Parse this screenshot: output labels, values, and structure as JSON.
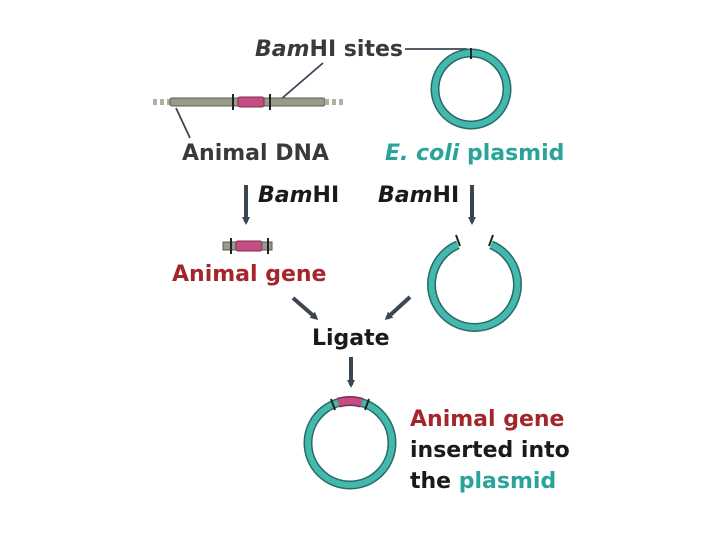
{
  "labels": {
    "bamhi_sites_italic": "Bam",
    "bamhi_sites_rest": "HI sites",
    "animal_dna": "Animal DNA",
    "ecoli_italic": "E. coli",
    "ecoli_rest": " plasmid",
    "enzyme_left_italic": "Bam",
    "enzyme_left_rest": "HI",
    "enzyme_right_italic": "Bam",
    "enzyme_right_rest": "HI",
    "animal_gene": "Animal gene",
    "ligate": "Ligate",
    "result_line1": "Animal gene",
    "result_line2": "inserted into",
    "result_line3_black": "the ",
    "result_line3_teal": "plasmid"
  },
  "colors": {
    "plasmid": "#45b8ae",
    "plasmid_outline": "#246b66",
    "gene": "#c44d82",
    "dna": "#9a9a8a",
    "arrow": "#3b4653",
    "red_label": "#a4262c",
    "teal_label": "#2aa39b"
  }
}
